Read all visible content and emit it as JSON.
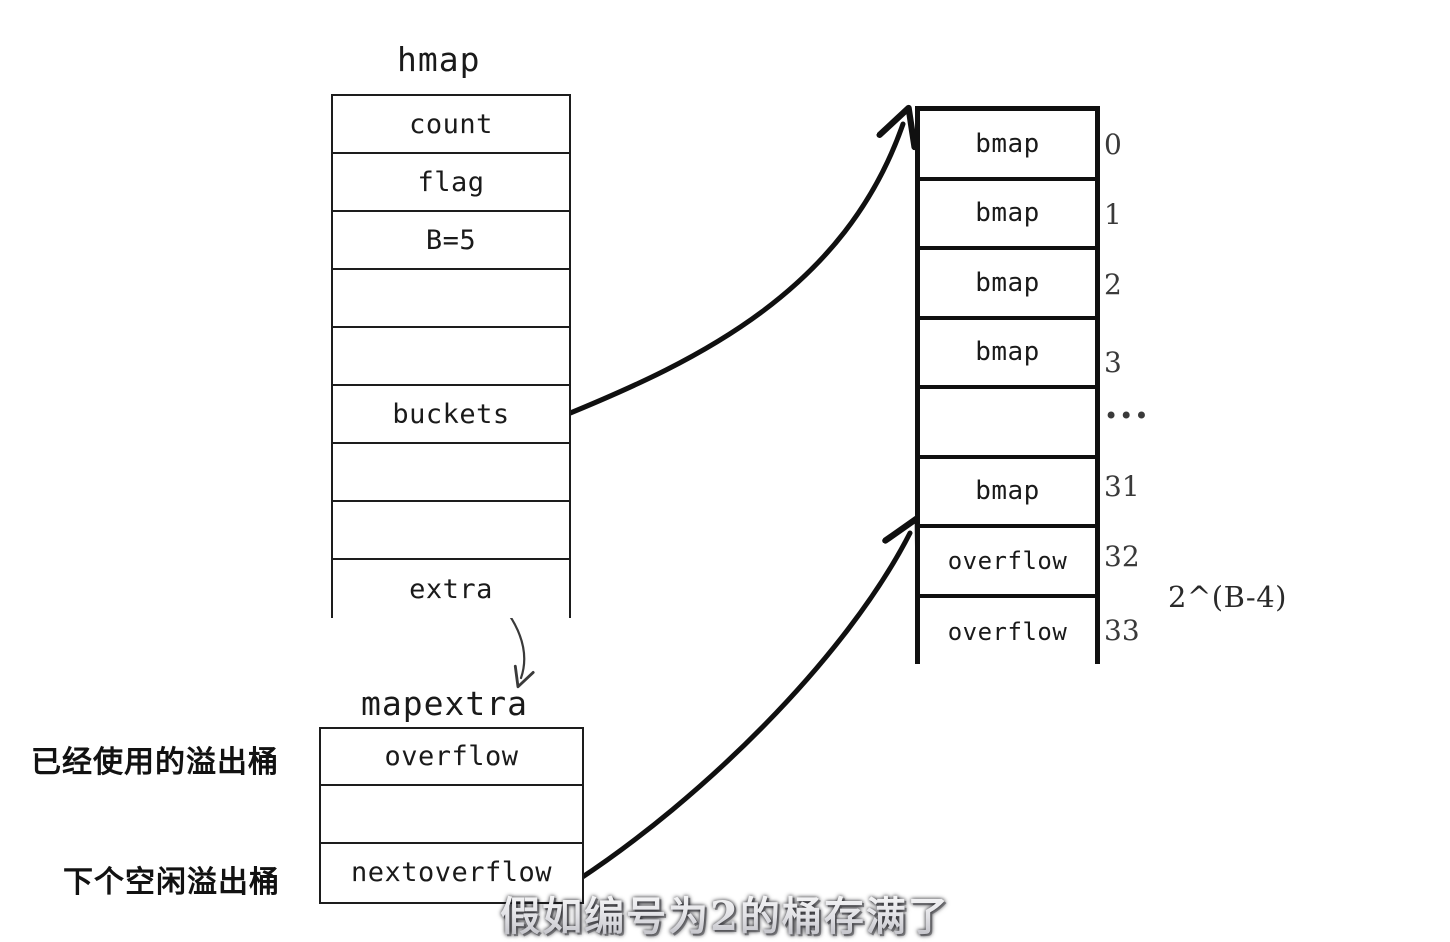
{
  "diagram": {
    "title_hmap": "hmap",
    "title_mapextra": "mapextra",
    "power_label": "2^(B-4)"
  },
  "hmap": {
    "name": "hmap",
    "rows": [
      {
        "label": "count"
      },
      {
        "label": "flag"
      },
      {
        "label": "B=5"
      },
      {
        "label": ""
      },
      {
        "label": ""
      },
      {
        "label": "buckets"
      },
      {
        "label": ""
      },
      {
        "label": ""
      },
      {
        "label": "extra"
      }
    ]
  },
  "bmap_array": {
    "rows": [
      {
        "label": "bmap",
        "index": "0"
      },
      {
        "label": "bmap",
        "index": "1"
      },
      {
        "label": "bmap",
        "index": "2"
      },
      {
        "label": "bmap",
        "index": "3"
      },
      {
        "label": "",
        "index": "•••"
      },
      {
        "label": "bmap",
        "index": "31"
      },
      {
        "label": "overflow",
        "index": "32"
      },
      {
        "label": "overflow",
        "index": "33"
      }
    ],
    "size_annotation": "2^(B-4)"
  },
  "mapextra": {
    "name": "mapextra",
    "rows": [
      {
        "label": "overflow"
      },
      {
        "label": ""
      },
      {
        "label": "nextoverflow"
      }
    ],
    "annotations": {
      "overflow_cn": "已经使用的溢出桶",
      "nextoverflow_cn": "下个空闲溢出桶"
    }
  },
  "subtitle": {
    "text": "假如编号为2的桶存满了"
  },
  "colors": {
    "background": "#ffffff",
    "line": "#1d1d1d",
    "thick_line": "#101010",
    "text": "#1a1a1a"
  }
}
